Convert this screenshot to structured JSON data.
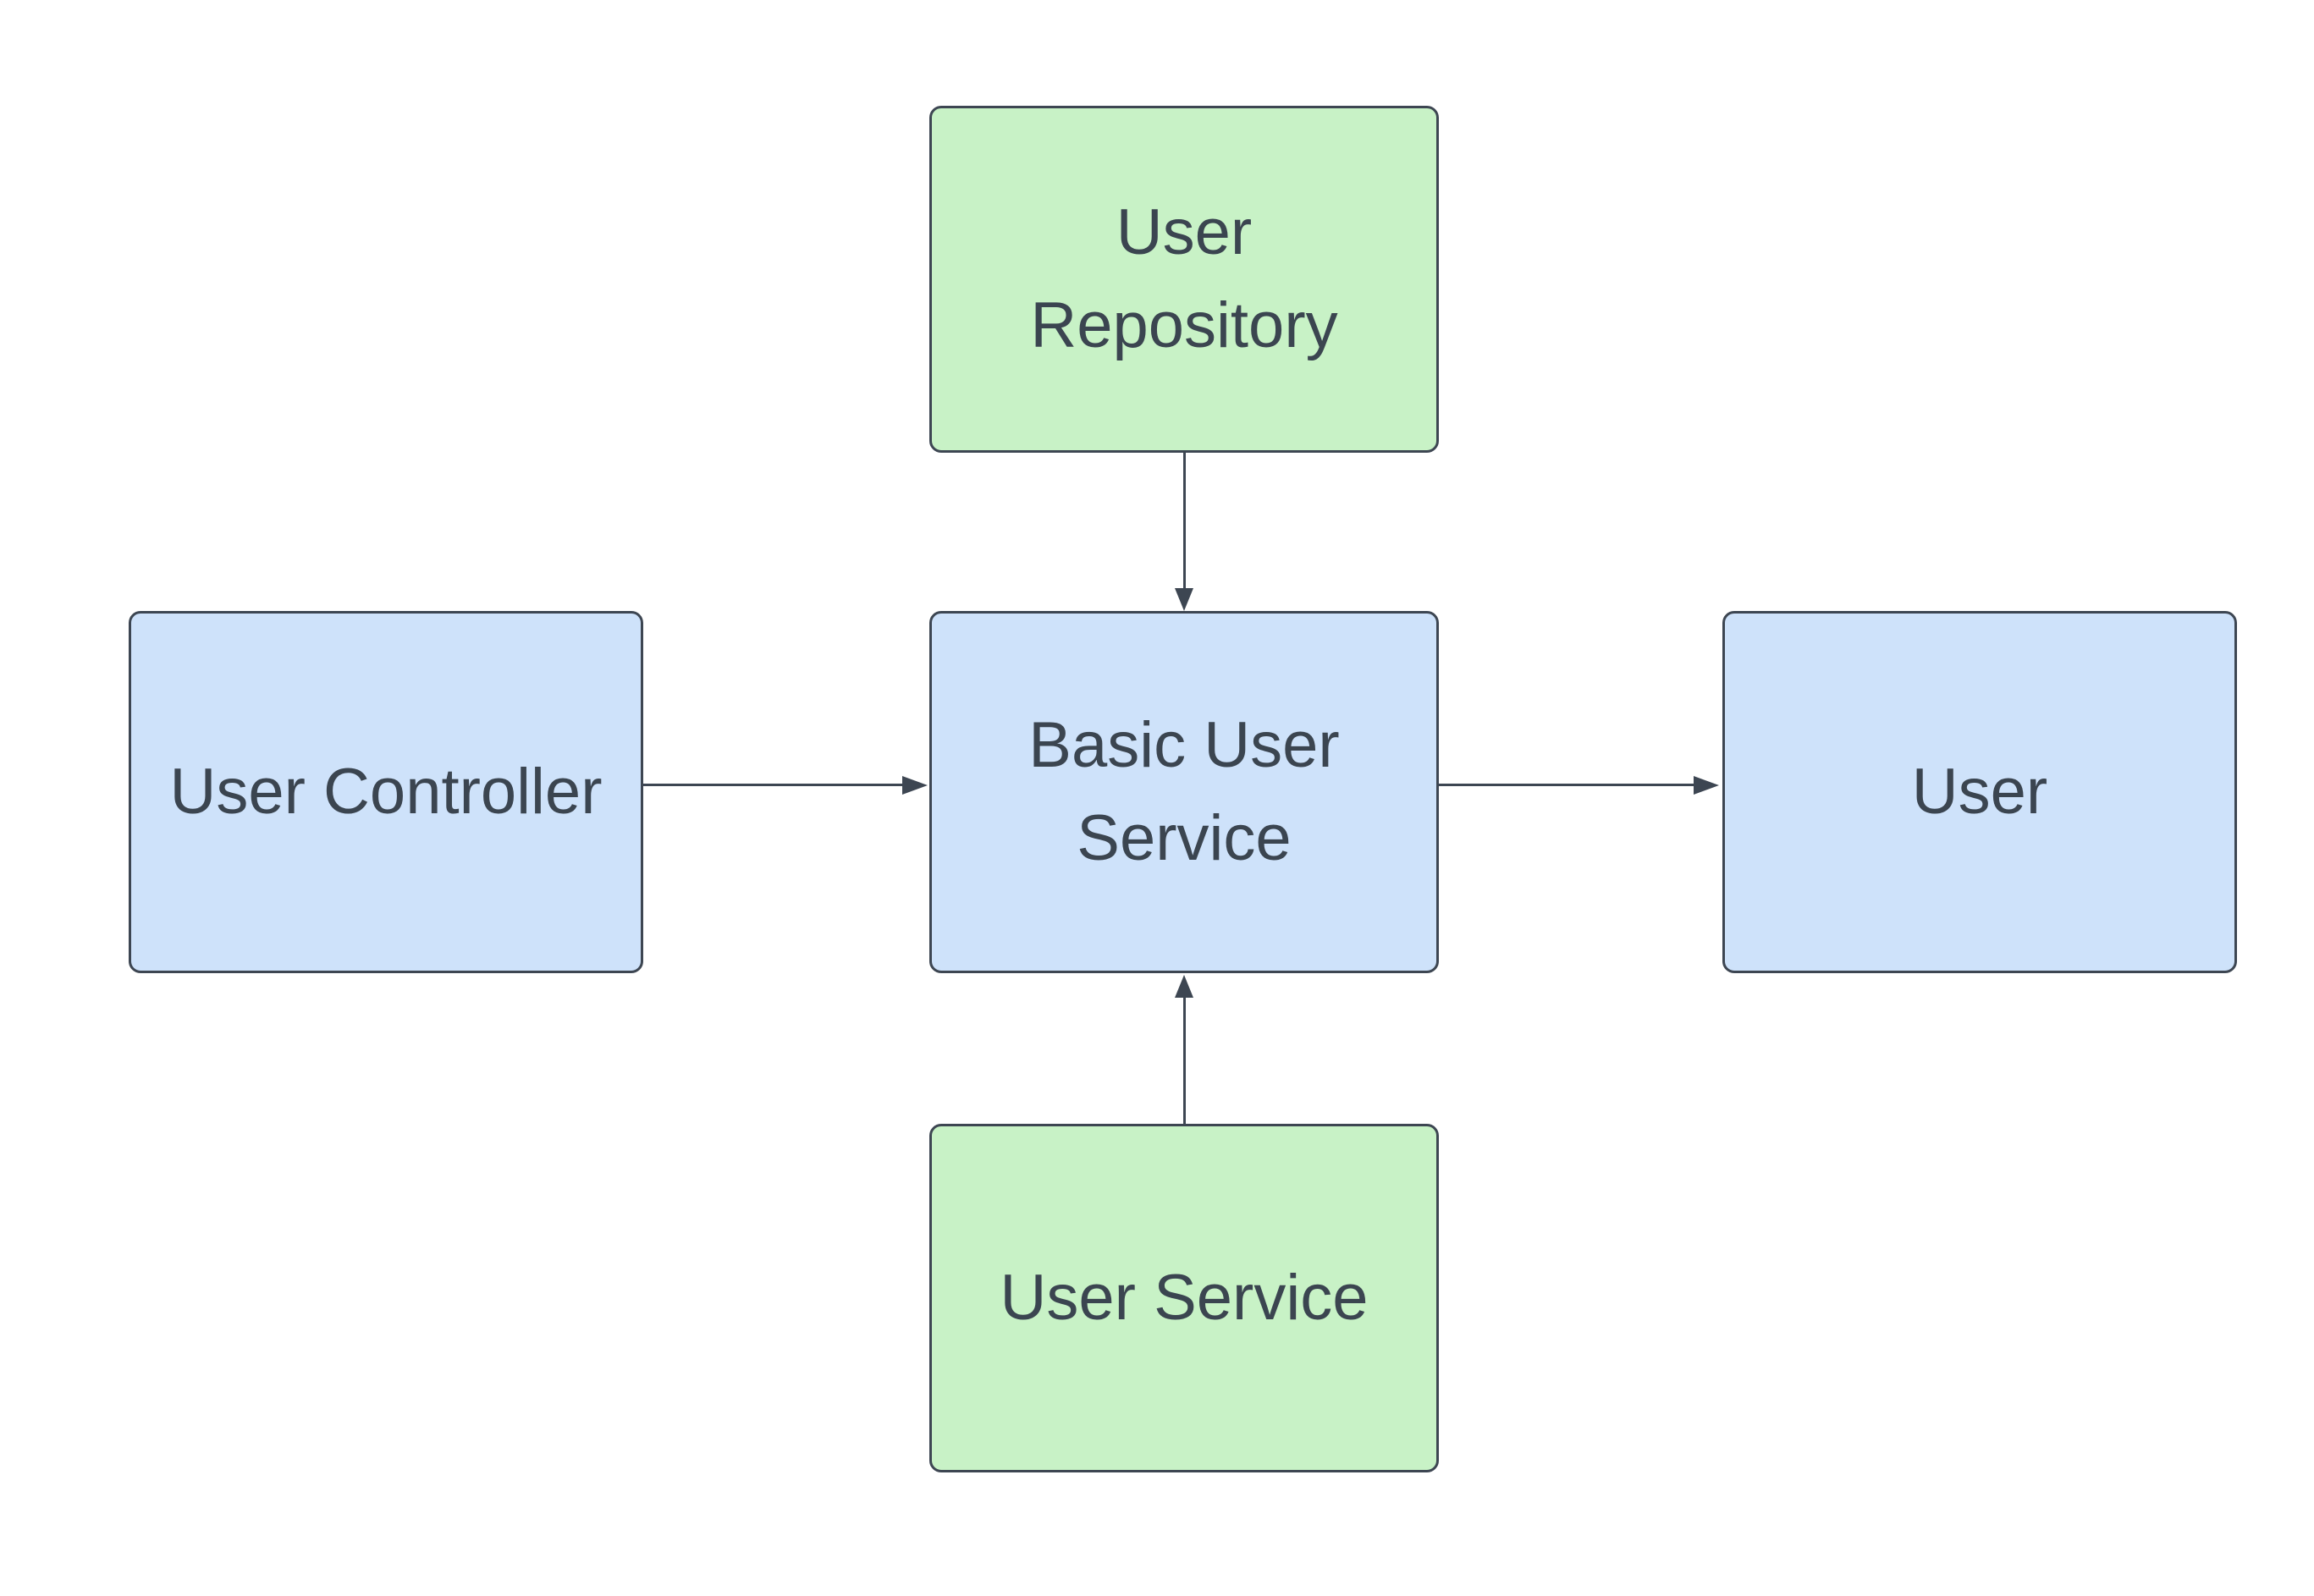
{
  "diagram": {
    "type": "flowchart",
    "background": "#ffffff",
    "colors": {
      "background": "#ffffff",
      "node_fill_blue": "#cee2fa",
      "node_fill_green": "#c8f2c6",
      "stroke": "#3d4652",
      "text": "#3b4550"
    },
    "nodes": [
      {
        "id": "user-repository",
        "label": "User\nRepository",
        "text": "User Repository",
        "fill": "green",
        "position": "top-center"
      },
      {
        "id": "user-controller",
        "label": "User Controller",
        "text": "User Controller",
        "fill": "blue",
        "position": "middle-left"
      },
      {
        "id": "basic-user-service",
        "label": "Basic User\nService",
        "text": "Basic User Service",
        "fill": "blue",
        "position": "middle-center"
      },
      {
        "id": "user",
        "label": "User",
        "text": "User",
        "fill": "blue",
        "position": "middle-right"
      },
      {
        "id": "user-service",
        "label": "User Service",
        "text": "User Service",
        "fill": "green",
        "position": "bottom-center"
      }
    ],
    "edges": [
      {
        "from": "user-repository",
        "to": "basic-user-service",
        "direction": "down",
        "style": "solid-arrow"
      },
      {
        "from": "user-controller",
        "to": "basic-user-service",
        "direction": "right",
        "style": "solid-arrow"
      },
      {
        "from": "basic-user-service",
        "to": "user",
        "direction": "right",
        "style": "solid-arrow"
      },
      {
        "from": "user-service",
        "to": "basic-user-service",
        "direction": "up",
        "style": "solid-arrow"
      }
    ]
  }
}
